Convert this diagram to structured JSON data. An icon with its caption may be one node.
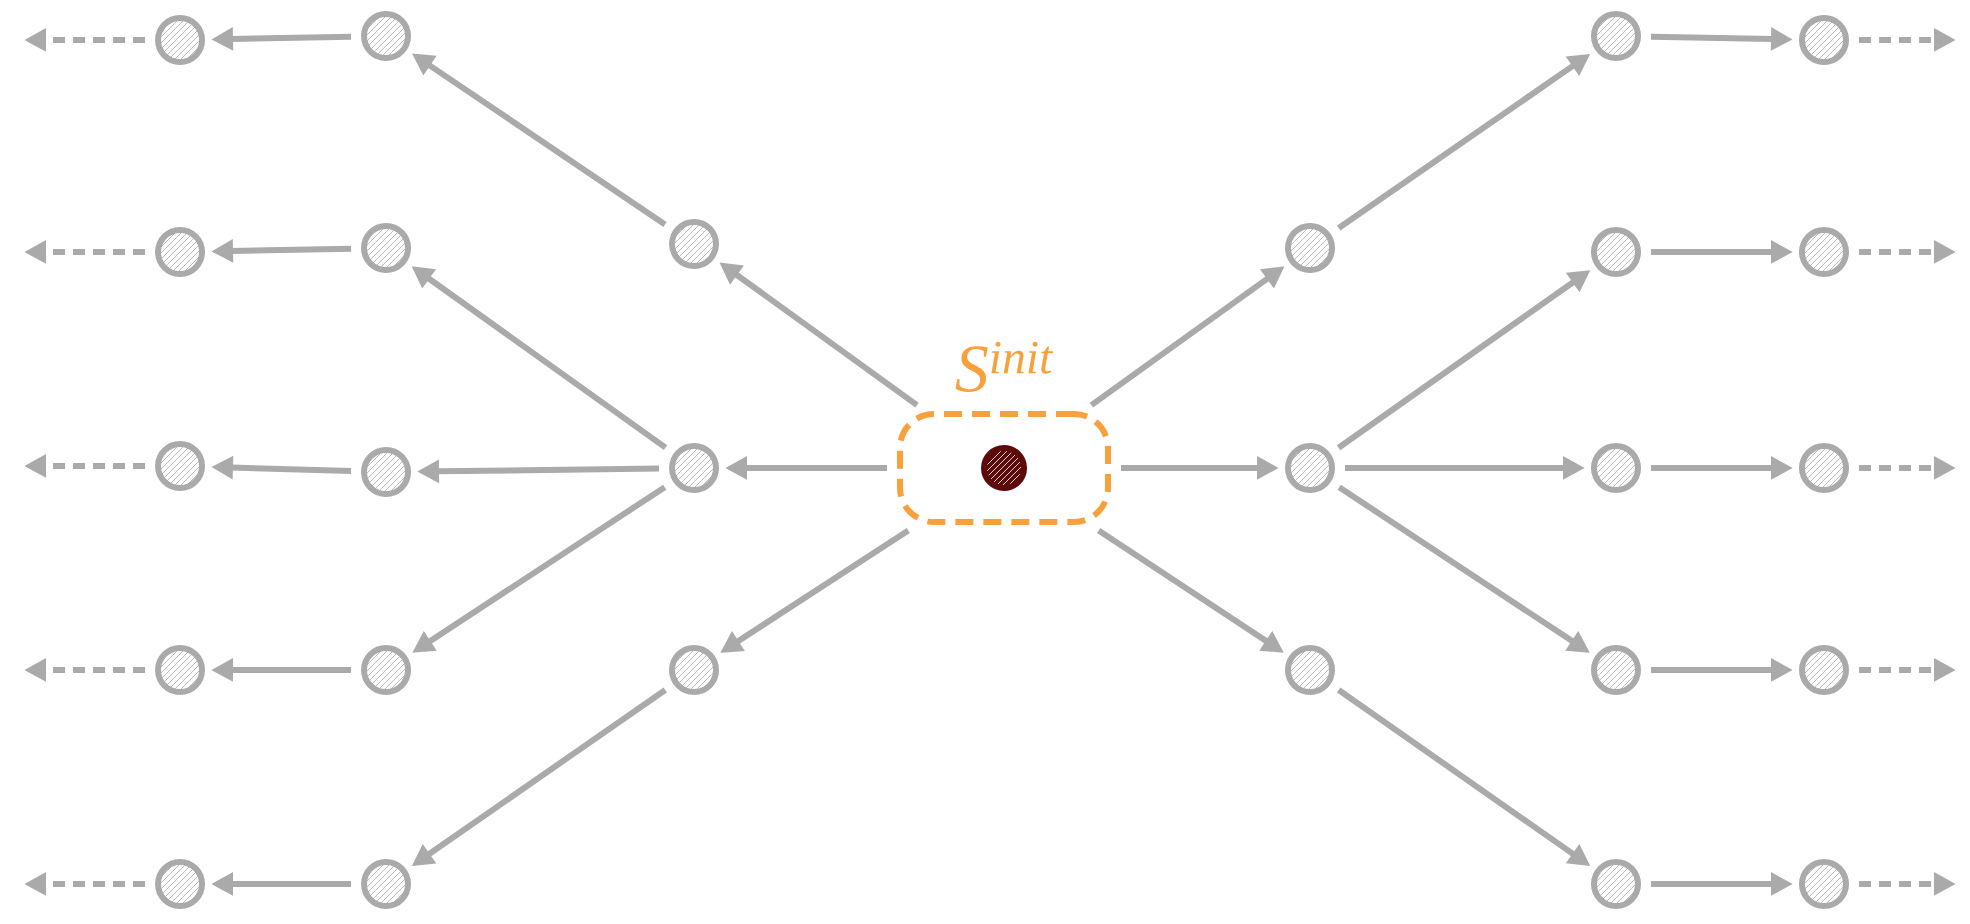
{
  "diagram": {
    "nodes": [
      {
        "text": [
          "S$^{init}$"
        ]
      },
      {
        "text": [],
        "shape": "circle",
        "in": 0
      },
      {
        "text": [],
        "shape": "circle"
      },
      {
        "text": [],
        "shape": "circle"
      },
      {
        "text": [],
        "shape": "circle"
      },
      {
        "text": [],
        "shape": "circle"
      },
      {
        "text": [],
        "shape": "circle"
      },
      {
        "text": [],
        "shape": "circle"
      },
      {
        "text": [],
        "shape": "circle"
      },
      {
        "text": [],
        "shape": "circle"
      },
      {
        "text": [],
        "shape": "circle"
      },
      {
        "text": [],
        "shape": "circle"
      },
      {
        "text": [],
        "shape": "circle"
      },
      {
        "text": [],
        "shape": "circle"
      },
      {
        "text": [],
        "shape": "circle"
      },
      {
        "text": [],
        "shape": "circle"
      },
      {
        "text": [],
        "shape": "circle"
      },
      {
        "text": [],
        "shape": "circle"
      },
      {
        "text": [],
        "shape": "circle"
      },
      {
        "text": [],
        "shape": "circle"
      },
      {
        "text": [],
        "shape": "circle"
      },
      {
        "text": [],
        "shape": "circle"
      },
      {
        "text": [],
        "shape": "circle"
      },
      {
        "text": [],
        "shape": "circle"
      },
      {
        "text": [],
        "shape": "circle"
      },
      {
        "text": [],
        "shape": "circle"
      },
      {
        "text": [],
        "shape": "circle"
      },
      {
        "text": [],
        "shape": "circle"
      }
    ],
    "edges": [
      {
        "from": 0,
        "to": 2,
        "arrow": "to"
      },
      {
        "from": 0,
        "to": 3,
        "arrow": "to"
      },
      {
        "from": 0,
        "to": 4,
        "arrow": "to"
      },
      {
        "from": 0,
        "to": 15,
        "arrow": "to"
      },
      {
        "from": 0,
        "to": 16,
        "arrow": "to"
      },
      {
        "from": 0,
        "to": 17,
        "arrow": "to"
      },
      {
        "from": 2,
        "to": 5,
        "arrow": "to"
      },
      {
        "from": 3,
        "to": 6,
        "arrow": "to"
      },
      {
        "from": 3,
        "to": 7,
        "arrow": "to"
      },
      {
        "from": 3,
        "to": 8,
        "arrow": "to"
      },
      {
        "from": 4,
        "to": 9,
        "arrow": "to"
      },
      {
        "from": 5,
        "to": 10,
        "arrow": "to"
      },
      {
        "from": 6,
        "to": 11,
        "arrow": "to"
      },
      {
        "from": 7,
        "to": 12,
        "arrow": "to"
      },
      {
        "from": 8,
        "to": 13,
        "arrow": "to"
      },
      {
        "from": 9,
        "to": 14,
        "arrow": "to"
      },
      {
        "from": 10,
        "to": null,
        "arrow": "to",
        "style": "dashed"
      },
      {
        "from": 11,
        "to": null,
        "arrow": "to",
        "style": "dashed"
      },
      {
        "from": 12,
        "to": null,
        "arrow": "to",
        "style": "dashed"
      },
      {
        "from": 13,
        "to": null,
        "arrow": "to",
        "style": "dashed"
      },
      {
        "from": 14,
        "to": null,
        "arrow": "to",
        "style": "dashed"
      },
      {
        "from": 15,
        "to": 18,
        "arrow": "to"
      },
      {
        "from": 16,
        "to": 19,
        "arrow": "to"
      },
      {
        "from": 16,
        "to": 20,
        "arrow": "to"
      },
      {
        "from": 16,
        "to": 21,
        "arrow": "to"
      },
      {
        "from": 17,
        "to": 22,
        "arrow": "to"
      },
      {
        "from": 18,
        "to": 23,
        "arrow": "to"
      },
      {
        "from": 19,
        "to": 24,
        "arrow": "to"
      },
      {
        "from": 20,
        "to": 25,
        "arrow": "to"
      },
      {
        "from": 21,
        "to": 26,
        "arrow": "to"
      },
      {
        "from": 22,
        "to": 27,
        "arrow": "to"
      },
      {
        "from": 23,
        "to": null,
        "arrow": "to",
        "style": "dashed"
      },
      {
        "from": 24,
        "to": null,
        "arrow": "to",
        "style": "dashed"
      },
      {
        "from": 25,
        "to": null,
        "arrow": "to",
        "style": "dashed"
      },
      {
        "from": 26,
        "to": null,
        "arrow": "to",
        "style": "dashed"
      },
      {
        "from": 27,
        "to": null,
        "arrow": "to",
        "style": "dashed"
      }
    ]
  }
}
